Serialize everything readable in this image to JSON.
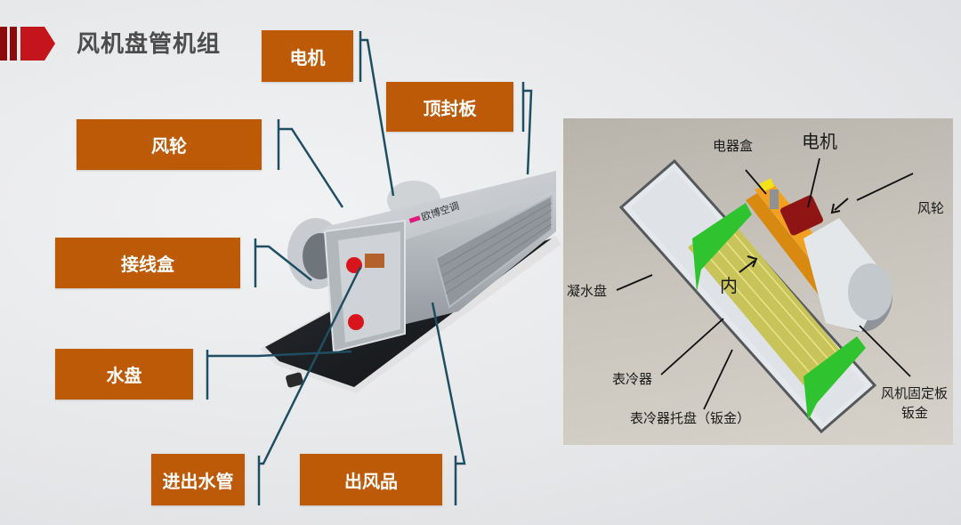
{
  "header": {
    "title": "风机盘管机组",
    "marker_color": "#c4151c"
  },
  "colors": {
    "label_bg": "#bd5a08",
    "label_text": "#ffffff",
    "leader_line": "#1f4e63",
    "title_text": "#4d4d4d"
  },
  "left_diagram": {
    "labels": {
      "motor": "电机",
      "top_plate": "顶封板",
      "fan_wheel": "风轮",
      "junction_box": "接线盒",
      "water_tray": "水盘",
      "water_pipes": "进出水管",
      "air_outlet": "出风品"
    },
    "brand_text": "欧博空调"
  },
  "right_diagram": {
    "labels": {
      "electrical_box": "电器盒",
      "motor": "电机",
      "fan_wheel": "风轮",
      "condensate_tray": "凝水盘",
      "inner": "内",
      "coil": "表冷器",
      "coil_tray": "表冷器托盘（钣金）",
      "fan_mount_plate_line1": "风机固定板",
      "fan_mount_plate_line2": "钣金"
    }
  }
}
